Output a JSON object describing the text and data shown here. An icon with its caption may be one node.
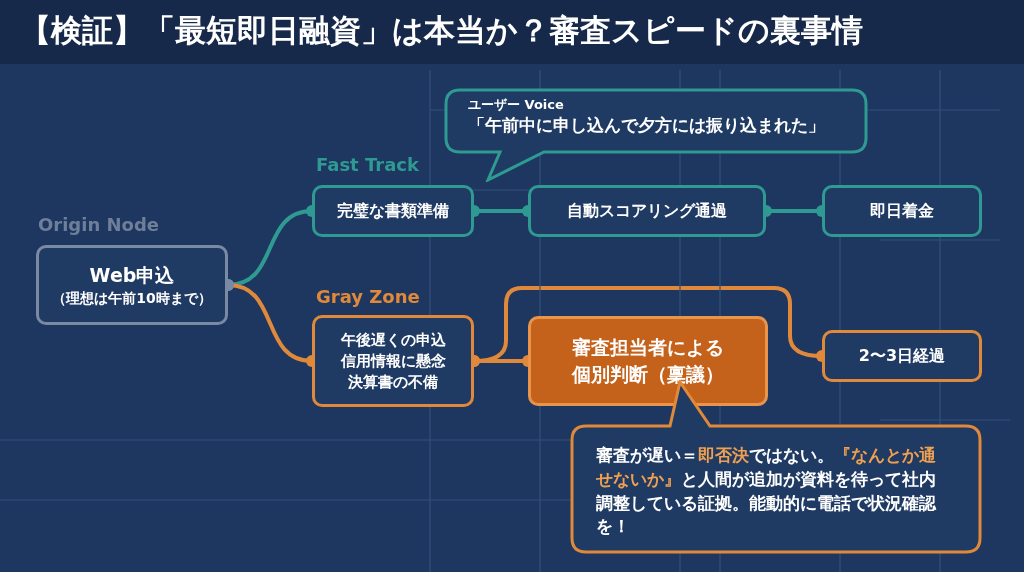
{
  "diagram": {
    "title": "【検証】「最短即日融資」は本当か？審査スピードの裏事情",
    "nodes": [
      {
        "text": [
          "Web申込",
          "（理想は午前10時まで）"
        ],
        "beside": [
          "Origin Node"
        ]
      },
      {
        "text": [
          "完璧な書類準備"
        ]
      },
      {
        "text": [
          "自動スコアリング通過"
        ]
      },
      {
        "text": [
          "即日着金"
        ]
      },
      {
        "text": [
          "ユーザー Voice",
          "「午前中に申し込んで夕方には振り込まれた」"
        ]
      },
      {
        "text": [
          "午後遅くの申込",
          "信用情報に懸念",
          "決算書の不備"
        ]
      },
      {
        "text": [
          "審査担当者による個別判断（稟議）"
        ]
      },
      {
        "text": [
          "2〜3日経過"
        ]
      },
      {
        "text": [
          "審査が遅い＝**即否決**ではない。**『なんとか通せないか』**と人間が追加が資料を待って社内調整している証拠。能動的に電話で状況確認を！"
        ]
      }
    ],
    "edges": [
      {
        "from": 0,
        "to": 1,
        "arrow": "other",
        "color": "#2f9a92"
      },
      {
        "from": 1,
        "to": 2,
        "arrow": "other",
        "color": "#2f9a92"
      },
      {
        "from": 2,
        "to": 3,
        "arrow": "other",
        "color": "#2f9a92"
      },
      {
        "from": 0,
        "to": 5,
        "arrow": "other",
        "color": "#e0893a"
      },
      {
        "from": 5,
        "to": 6,
        "arrow": "other",
        "color": "#e0893a"
      },
      {
        "from": 5,
        "to": 7,
        "arrow": "other",
        "color": "#e0893a"
      }
    ],
    "labels": [
      "Fast Track",
      "Gray Zone"
    ]
  }
}
